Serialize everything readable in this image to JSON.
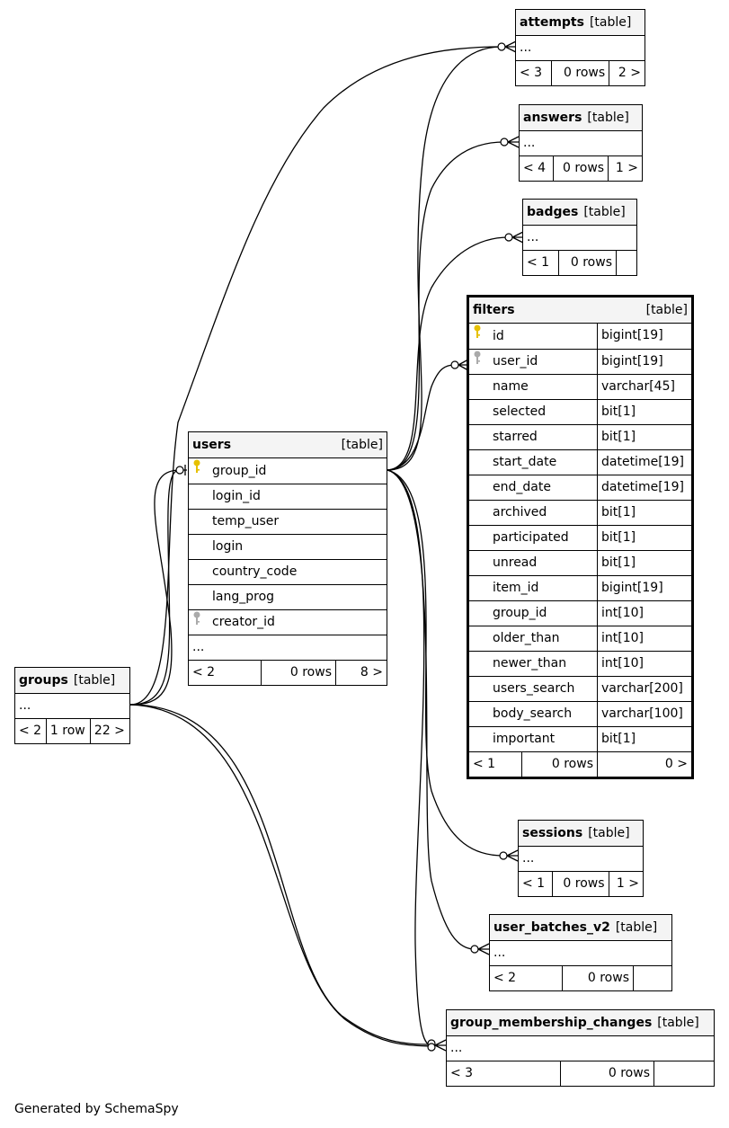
{
  "footer": "Generated by SchemaSpy",
  "type_label": "[table]",
  "colors": {
    "primary_key": "#e6c000",
    "foreign_key": "#aaaaaa",
    "header_bg": "#f4f4f4"
  },
  "tables": {
    "attempts": {
      "name": "attempts",
      "ellipsis": "...",
      "parents": "< 3",
      "rows": "0 rows",
      "children": "2 >"
    },
    "answers": {
      "name": "answers",
      "ellipsis": "...",
      "parents": "< 4",
      "rows": "0 rows",
      "children": "1 >"
    },
    "badges": {
      "name": "badges",
      "ellipsis": "...",
      "parents": "< 1",
      "rows": "0 rows",
      "children": ""
    },
    "filters": {
      "name": "filters",
      "columns": [
        {
          "name": "id",
          "type": "bigint[19]",
          "key": "primary"
        },
        {
          "name": "user_id",
          "type": "bigint[19]",
          "key": "foreign"
        },
        {
          "name": "name",
          "type": "varchar[45]",
          "key": ""
        },
        {
          "name": "selected",
          "type": "bit[1]",
          "key": ""
        },
        {
          "name": "starred",
          "type": "bit[1]",
          "key": ""
        },
        {
          "name": "start_date",
          "type": "datetime[19]",
          "key": ""
        },
        {
          "name": "end_date",
          "type": "datetime[19]",
          "key": ""
        },
        {
          "name": "archived",
          "type": "bit[1]",
          "key": ""
        },
        {
          "name": "participated",
          "type": "bit[1]",
          "key": ""
        },
        {
          "name": "unread",
          "type": "bit[1]",
          "key": ""
        },
        {
          "name": "item_id",
          "type": "bigint[19]",
          "key": ""
        },
        {
          "name": "group_id",
          "type": "int[10]",
          "key": ""
        },
        {
          "name": "older_than",
          "type": "int[10]",
          "key": ""
        },
        {
          "name": "newer_than",
          "type": "int[10]",
          "key": ""
        },
        {
          "name": "users_search",
          "type": "varchar[200]",
          "key": ""
        },
        {
          "name": "body_search",
          "type": "varchar[100]",
          "key": ""
        },
        {
          "name": "important",
          "type": "bit[1]",
          "key": ""
        }
      ],
      "parents": "< 1",
      "rows": "0 rows",
      "children": "0 >"
    },
    "users": {
      "name": "users",
      "columns": [
        {
          "name": "group_id",
          "key": "primary"
        },
        {
          "name": "login_id",
          "key": ""
        },
        {
          "name": "temp_user",
          "key": ""
        },
        {
          "name": "login",
          "key": ""
        },
        {
          "name": "country_code",
          "key": ""
        },
        {
          "name": "lang_prog",
          "key": ""
        },
        {
          "name": "creator_id",
          "key": "foreign"
        }
      ],
      "ellipsis": "...",
      "parents": "< 2",
      "rows": "0 rows",
      "children": "8 >"
    },
    "groups": {
      "name": "groups",
      "ellipsis": "...",
      "parents": "< 2",
      "rows": "1 row",
      "children": "22 >"
    },
    "sessions": {
      "name": "sessions",
      "ellipsis": "...",
      "parents": "< 1",
      "rows": "0 rows",
      "children": "1 >"
    },
    "user_batches_v2": {
      "name": "user_batches_v2",
      "ellipsis": "...",
      "parents": "< 2",
      "rows": "0 rows",
      "children": ""
    },
    "group_membership_changes": {
      "name": "group_membership_changes",
      "ellipsis": "...",
      "parents": "< 3",
      "rows": "0 rows",
      "children": ""
    }
  }
}
